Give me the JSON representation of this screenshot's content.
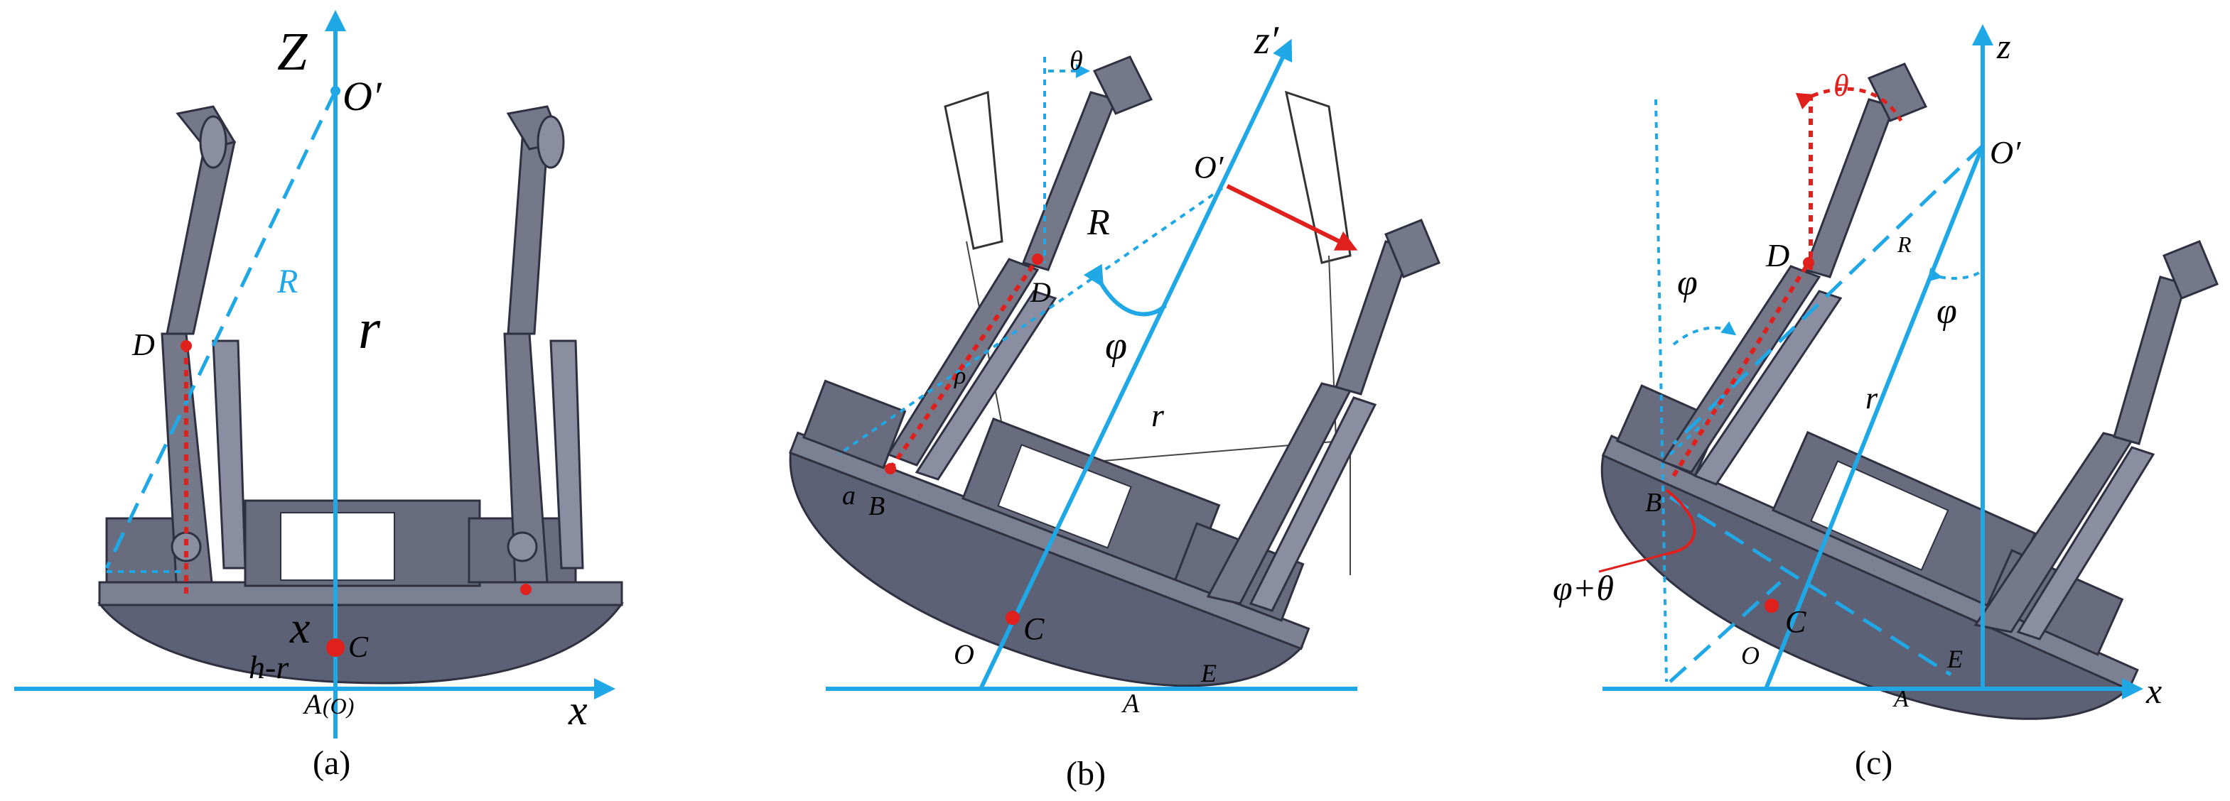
{
  "colors": {
    "axis_blue": "#20a8e6",
    "point_red": "#e0201c",
    "robot_gray": "#5d6176"
  },
  "panels": [
    {
      "caption": "(a)",
      "labels": {
        "z": "Z",
        "x": "x",
        "o_prime": "O′",
        "R": "R",
        "r": "r",
        "D": "D",
        "C": "C",
        "h_r": "h-r",
        "A": "A",
        "O_paren": "(O)"
      }
    },
    {
      "caption": "(b)",
      "labels": {
        "z_prime": "z′",
        "theta": "θ",
        "o_prime": "O′",
        "R": "R",
        "D": "D",
        "phi": "φ",
        "rho": "ρ",
        "r": "r",
        "a": "a",
        "B": "B",
        "C": "C",
        "O": "O",
        "E": "E",
        "A": "A"
      }
    },
    {
      "caption": "(c)",
      "labels": {
        "z": "z",
        "x": "x",
        "theta": "θ",
        "o_prime": "O′",
        "D": "D",
        "R": "R",
        "phi_left": "φ",
        "phi_right": "φ",
        "r": "r",
        "B": "B",
        "phi_plus_theta": "φ+θ",
        "C": "C",
        "O": "O",
        "E": "E",
        "A": "A"
      }
    }
  ]
}
